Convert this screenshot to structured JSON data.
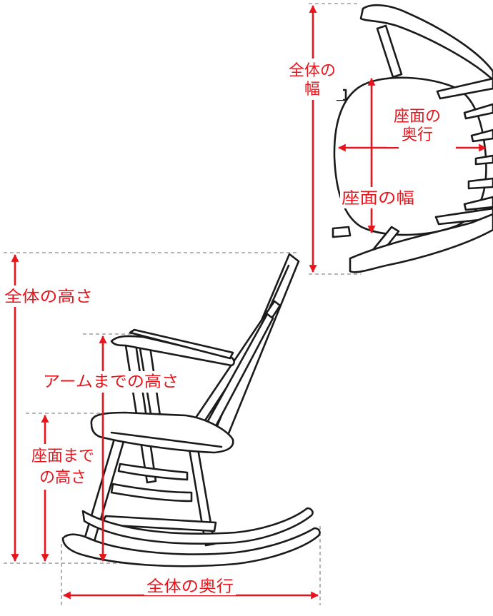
{
  "colors": {
    "dimension": "#e8141b",
    "outline": "#1a1a1a",
    "guide": "#8a8a8a",
    "background": "#ffffff"
  },
  "top_view": {
    "overall_width": "全体の幅",
    "seat_depth": "座面の奥行",
    "seat_width": "座面の幅"
  },
  "side_view": {
    "overall_height": "全体の高さ",
    "arm_height": "アームまでの高さ",
    "seat_height": "座面までの高さ",
    "overall_depth": "全体の奥行"
  }
}
